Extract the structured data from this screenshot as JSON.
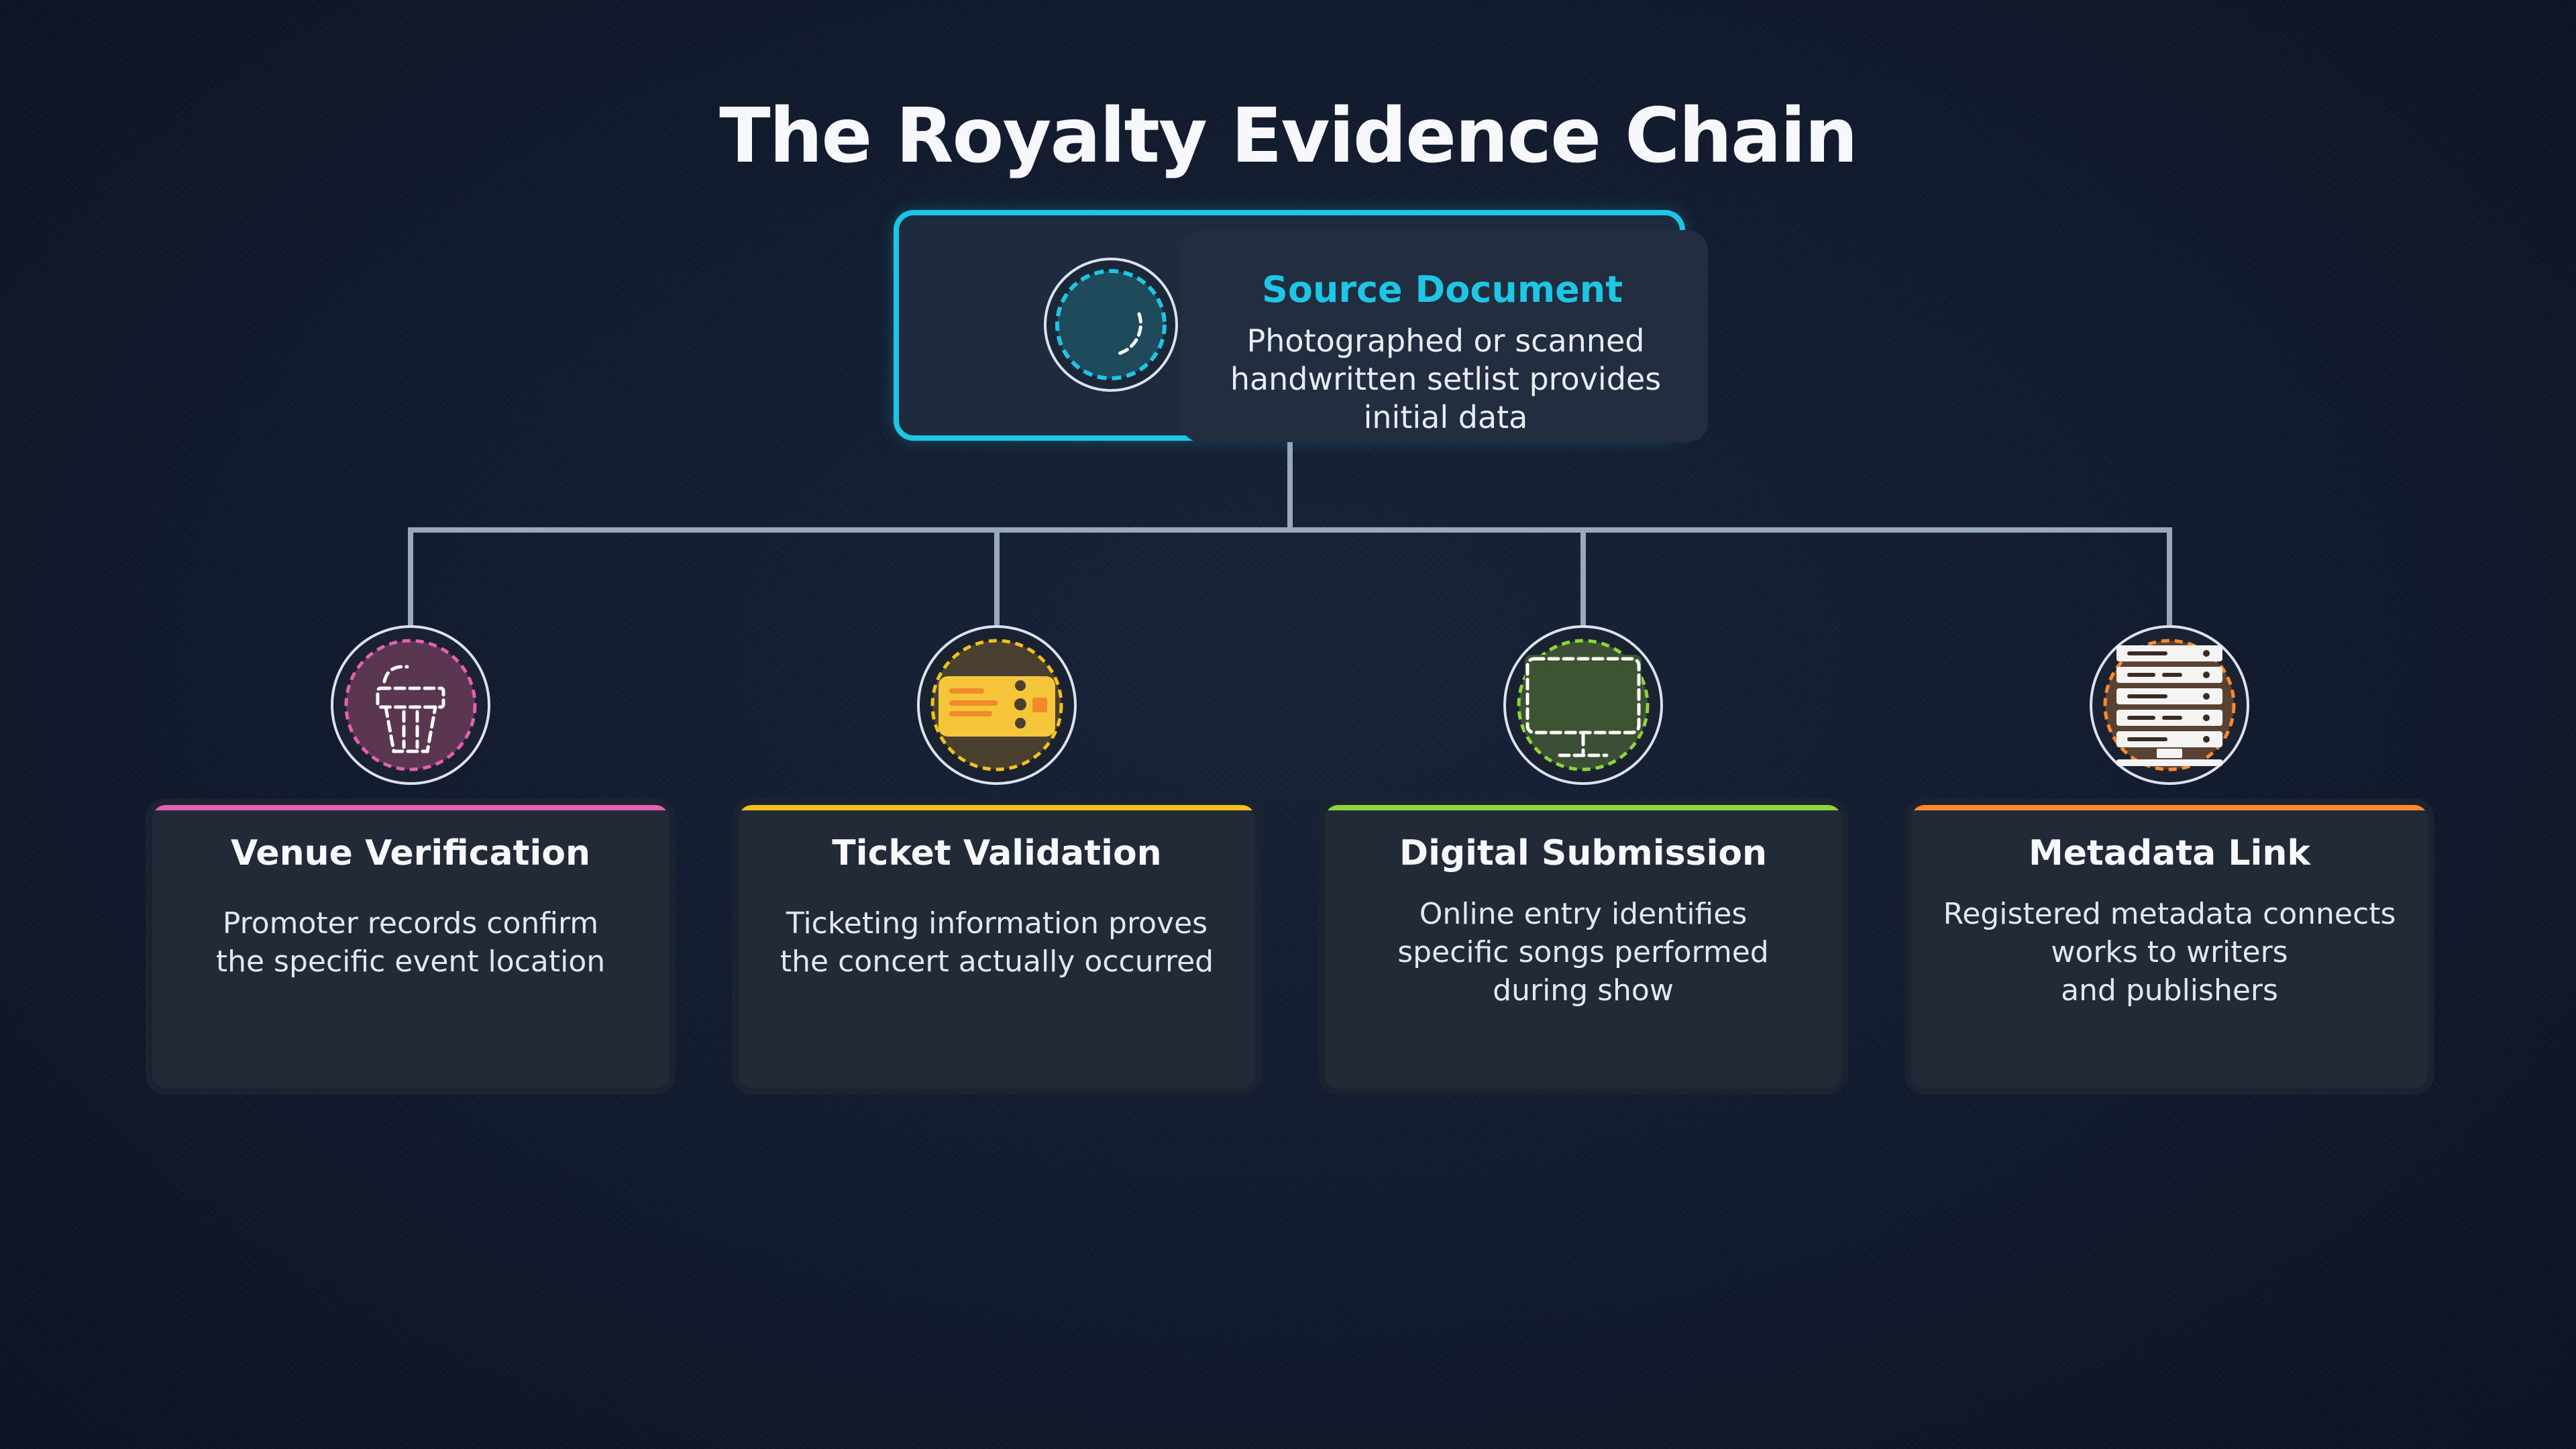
{
  "title": "The Royalty Evidence Chain",
  "source": {
    "title": "Source Document",
    "description": "Photographed or scanned handwritten setlist provides initial data",
    "accent": "#1ec6e6",
    "icon": "camera-lens-icon"
  },
  "nodes": [
    {
      "title": "Venue Verification",
      "description": "Promoter records confirm\nthe specific event location",
      "accent": "#e560b0",
      "icon": "venue-podium-icon"
    },
    {
      "title": "Ticket Validation",
      "description": "Ticketing information proves\nthe concert actually occurred",
      "accent": "#f2c21b",
      "icon": "ticket-icon"
    },
    {
      "title": "Digital Submission",
      "description": "Online entry identifies\nspecific songs performed\nduring show",
      "accent": "#8fd43a",
      "icon": "monitor-icon"
    },
    {
      "title": "Metadata Link",
      "description": "Registered metadata connects\nworks to writers\nand publishers",
      "accent": "#ff8a2a",
      "icon": "database-server-icon"
    }
  ]
}
